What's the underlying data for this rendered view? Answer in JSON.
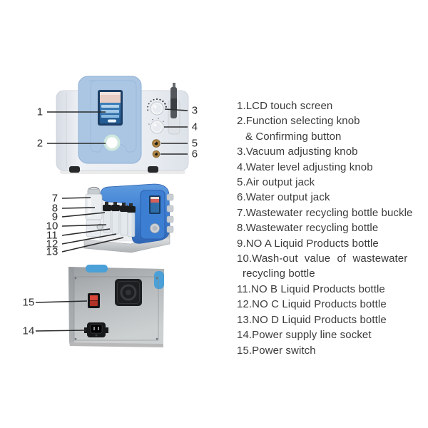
{
  "legend": {
    "items": [
      {
        "text": "1.LCD touch screen"
      },
      {
        "text": "2.Function selecting knob",
        "text2": "& Confirming button"
      },
      {
        "text": "3.Vacuum adjusting knob"
      },
      {
        "text": "4.Water level adjusting knob"
      },
      {
        "text": "5.Air output jack"
      },
      {
        "text": "6.Water output jack"
      },
      {
        "text": "7.Wastewater recycling bottle buckle"
      },
      {
        "text": "8.Wastewater recycling bottle"
      },
      {
        "text": "9.NO A Liquid Products bottle"
      },
      {
        "text": "10.Wash-out value of wastewater",
        "text2": "recycling bottle"
      },
      {
        "text": "11.NO B Liquid Products bottle"
      },
      {
        "text": "12.NO C Liquid Products bottle"
      },
      {
        "text": "13.NO D Liquid Products bottle"
      },
      {
        "text": "14.Power supply line socket"
      },
      {
        "text": "15.Power switch"
      }
    ]
  },
  "callout_labels": [
    "1",
    "2",
    "3",
    "4",
    "5",
    "6",
    "7",
    "8",
    "9",
    "10",
    "11",
    "12",
    "13",
    "14",
    "15"
  ],
  "colors": {
    "panel_blue": "#abc6e3",
    "machine_body_gray": "#e9edf2",
    "machine_blue": "#3c7ed2",
    "accent_blue": "#4ba0d8",
    "silver_base": "#c3c6c8",
    "switch_red": "#cc3b2f",
    "jack_brass": "#a87f3f",
    "button_glow": "#cfeadd",
    "lcd_screen_blue": "#2f6da8",
    "lcd_skin_pink": "#e8cdc4",
    "callout_line": "#2a2a2a",
    "legend_text": "#3b3b3b"
  }
}
